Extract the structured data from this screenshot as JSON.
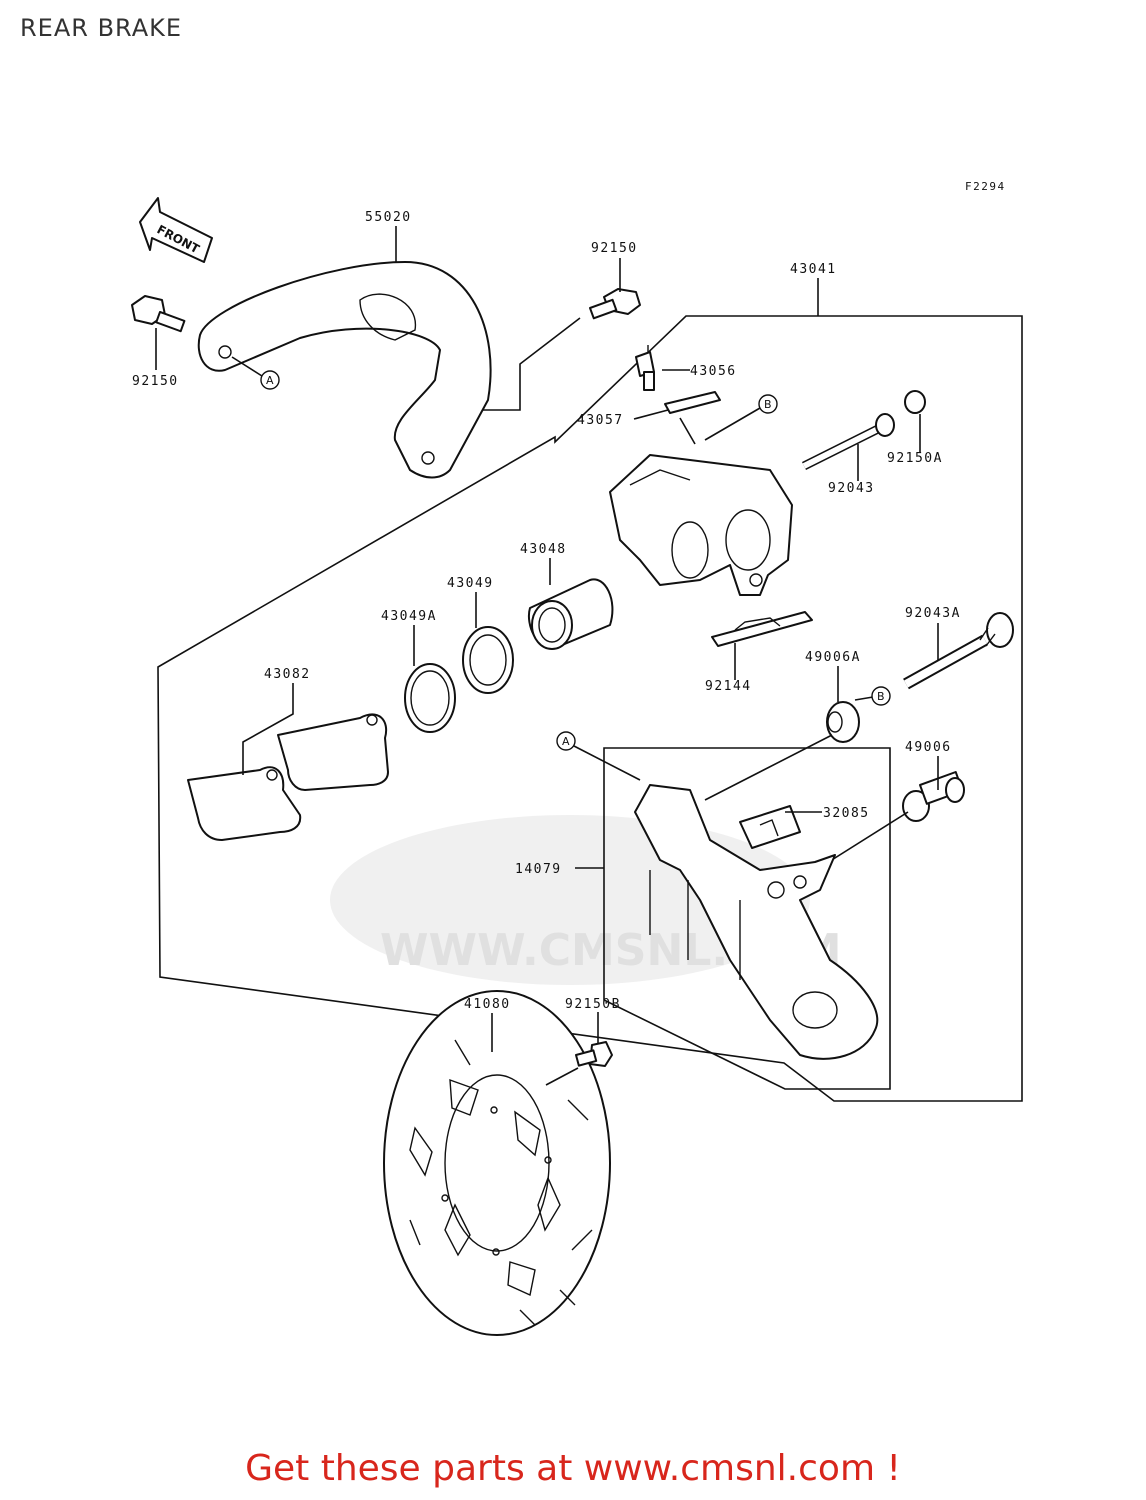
{
  "header": {
    "title": "REAR BRAKE"
  },
  "diagram": {
    "figure_code": "F2294",
    "front_arrow_label": "FRONT",
    "watermark_text": "WWW.CMSNL.COM",
    "callouts": {
      "a": "A",
      "b": "B"
    },
    "parts": {
      "p55020": "55020",
      "p92150_bolt_left": "92150",
      "p92150_bolt_top": "92150",
      "p43041": "43041",
      "p43056": "43056",
      "p43057": "43057",
      "p92150A": "92150A",
      "p92043": "92043",
      "p43048": "43048",
      "p43049": "43049",
      "p43049A": "43049A",
      "p43082": "43082",
      "p92144": "92144",
      "p92043A": "92043A",
      "p49006A": "49006A",
      "p49006": "49006",
      "p32085": "32085",
      "p14079": "14079",
      "p41080": "41080",
      "p92150B": "92150B"
    }
  },
  "footer": {
    "link_text": "Get these parts at www.cmsnl.com !"
  }
}
